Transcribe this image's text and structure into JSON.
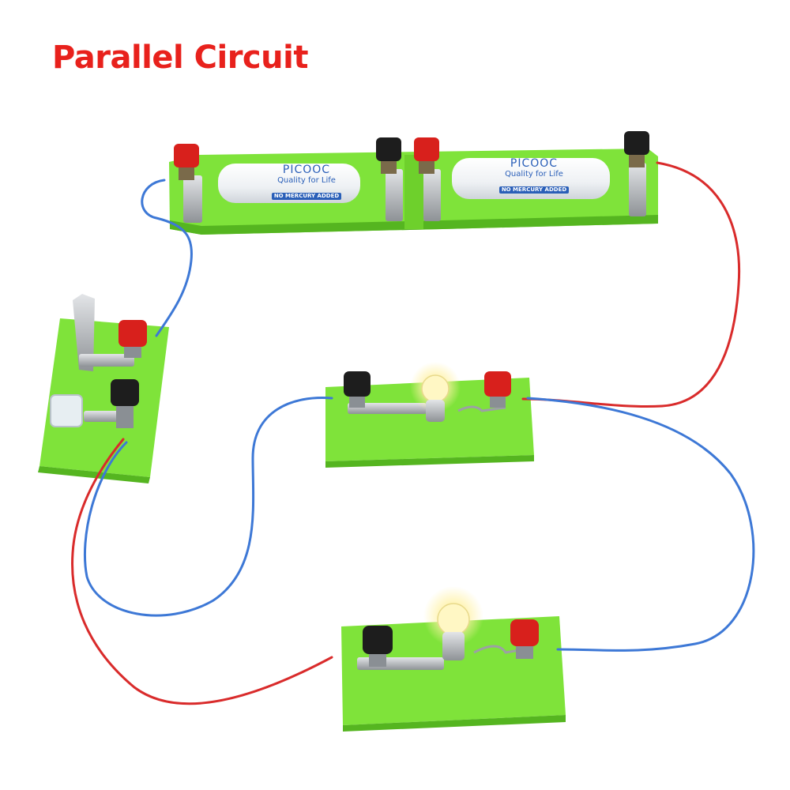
{
  "title": "Parallel Circuit",
  "batteries": [
    {
      "brand": "PICOOC",
      "tagline": "Quality for Life",
      "badge": "NO MERCURY ADDED"
    },
    {
      "brand": "PICOOC",
      "tagline": "Quality for Life",
      "badge": "NO MERCURY ADDED"
    }
  ],
  "colors": {
    "title": "#e8211c",
    "board": "#7fe33a",
    "board_dark": "#55b520",
    "wire_red": "#d92b2b",
    "wire_blue": "#3d78d6",
    "terminal_red": "#d8201c",
    "terminal_black": "#1d1d1d",
    "metal": "#b9bcc0",
    "bulb_glow": "#fff7c4",
    "battery_body": "#f4f6f8",
    "battery_text": "#2a5fb8"
  }
}
